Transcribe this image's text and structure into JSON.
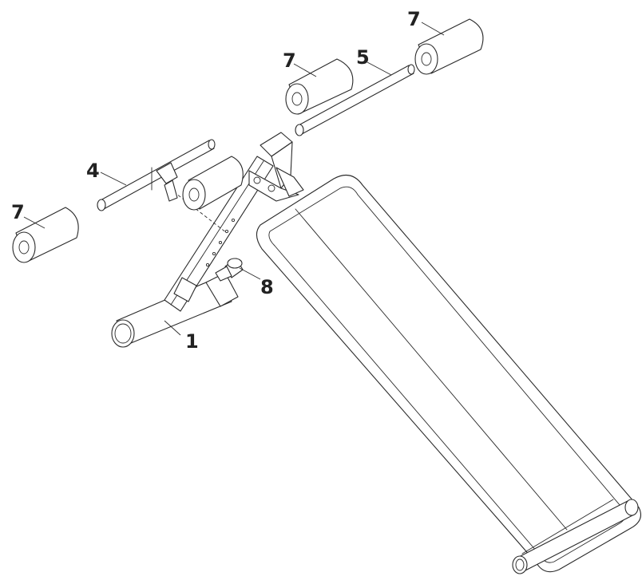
{
  "callouts": {
    "pad_top_right": "7",
    "pad_top_middle": "7",
    "rod_top": "5",
    "rod_left": "4",
    "pad_left": "7",
    "knob": "8",
    "base_tube": "1"
  },
  "colors": {
    "line": "#2a2a2a",
    "background": "#ffffff"
  }
}
